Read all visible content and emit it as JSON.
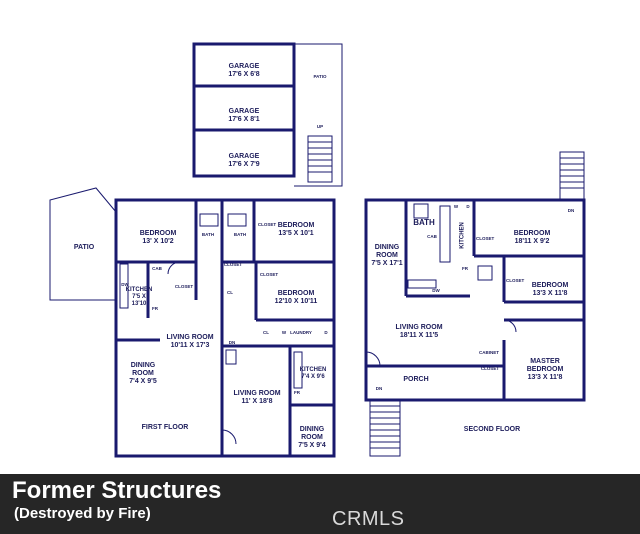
{
  "garage": [
    {
      "name": "GARAGE",
      "dims": "17'6 X 6'8"
    },
    {
      "name": "GARAGE",
      "dims": "17'6 X 8'1"
    },
    {
      "name": "GARAGE",
      "dims": "17'6 X 7'9"
    }
  ],
  "outdoor": {
    "patio_top": "PATIO",
    "up": "UP",
    "patio_left": "PATIO"
  },
  "first_floor": {
    "title": "FIRST FLOOR",
    "bedroom_a": {
      "name": "BEDROOM",
      "dims": "13' X 10'2"
    },
    "bedroom_b": {
      "name": "BEDROOM",
      "dims": "13'5 X 10'1"
    },
    "bedroom_c": {
      "name": "BEDROOM",
      "dims": "12'10 X 10'11"
    },
    "kitchen_a": {
      "name": "KITCHEN",
      "dims": "7'5 X 13'10"
    },
    "kitchen_b": {
      "name": "KITCHEN",
      "dims": "7'4 X 9'6"
    },
    "living_a": {
      "name": "LIVING ROOM",
      "dims": "10'11 X 17'3"
    },
    "living_b": {
      "name": "LIVING ROOM",
      "dims": "11' X 18'8"
    },
    "dining_a": {
      "name": "DINING ROOM",
      "dims": "7'4 X 9'5"
    },
    "dining_b": {
      "name": "DINING ROOM",
      "dims": "7'5 X 9'4"
    },
    "bath_a": "BATH",
    "bath_b": "BATH",
    "closet": "CLOSET",
    "laundry": "LAUNDRY",
    "cl": "CL",
    "cab": "CAB",
    "dw": "DW",
    "fr": "FR",
    "w": "W",
    "d": "D",
    "dn": "DN"
  },
  "second_floor": {
    "title": "SECOND FLOOR",
    "dining": {
      "name": "DINING ROOM",
      "dims": "7'5 X 17'1"
    },
    "bath": "BATH",
    "kitchen": "KITCHEN",
    "bedroom_a": {
      "name": "BEDROOM",
      "dims": "18'11 X 9'2"
    },
    "bedroom_b": {
      "name": "BEDROOM",
      "dims": "13'3 X 11'8"
    },
    "master": {
      "name": "MASTER BEDROOM",
      "dims": "13'3 X 11'8"
    },
    "living": {
      "name": "LIVING ROOM",
      "dims": "18'11 X 11'5"
    },
    "porch": "PORCH",
    "cabinet": "CABINET",
    "closet": "CLOSET",
    "cab": "CAB",
    "dw": "DW",
    "fr": "FR",
    "w": "W",
    "d": "D",
    "dn": "DN"
  },
  "caption": {
    "title": "Former Structures",
    "subtitle": "(Destroyed by Fire)",
    "watermark": "CRMLS"
  },
  "colors": {
    "wall": "#1a1a6e",
    "banner": "#262626",
    "text": "#1c1c5a"
  }
}
